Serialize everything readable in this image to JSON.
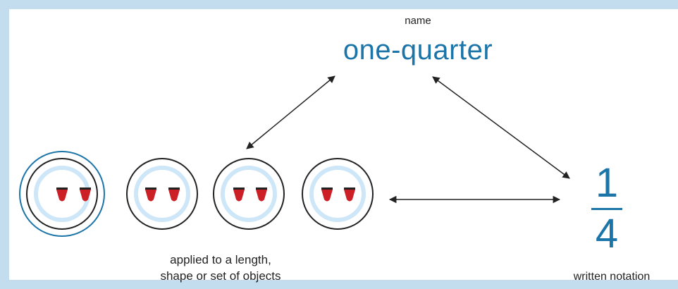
{
  "diagram": {
    "name_caption": "name",
    "name_value": "one-quarter",
    "fraction": {
      "numerator": "1",
      "denominator": "4"
    },
    "objects_caption_line1": "applied to a length,",
    "objects_caption_line2": "shape or set of objects",
    "notation_caption": "written notation",
    "objects_count": 4,
    "highlighted_count": 1
  },
  "colors": {
    "frame": "#c3dcee",
    "accent": "#1c75a8",
    "eye": "#cc1f26",
    "glow": "#cde6f8",
    "outline": "#222222"
  }
}
